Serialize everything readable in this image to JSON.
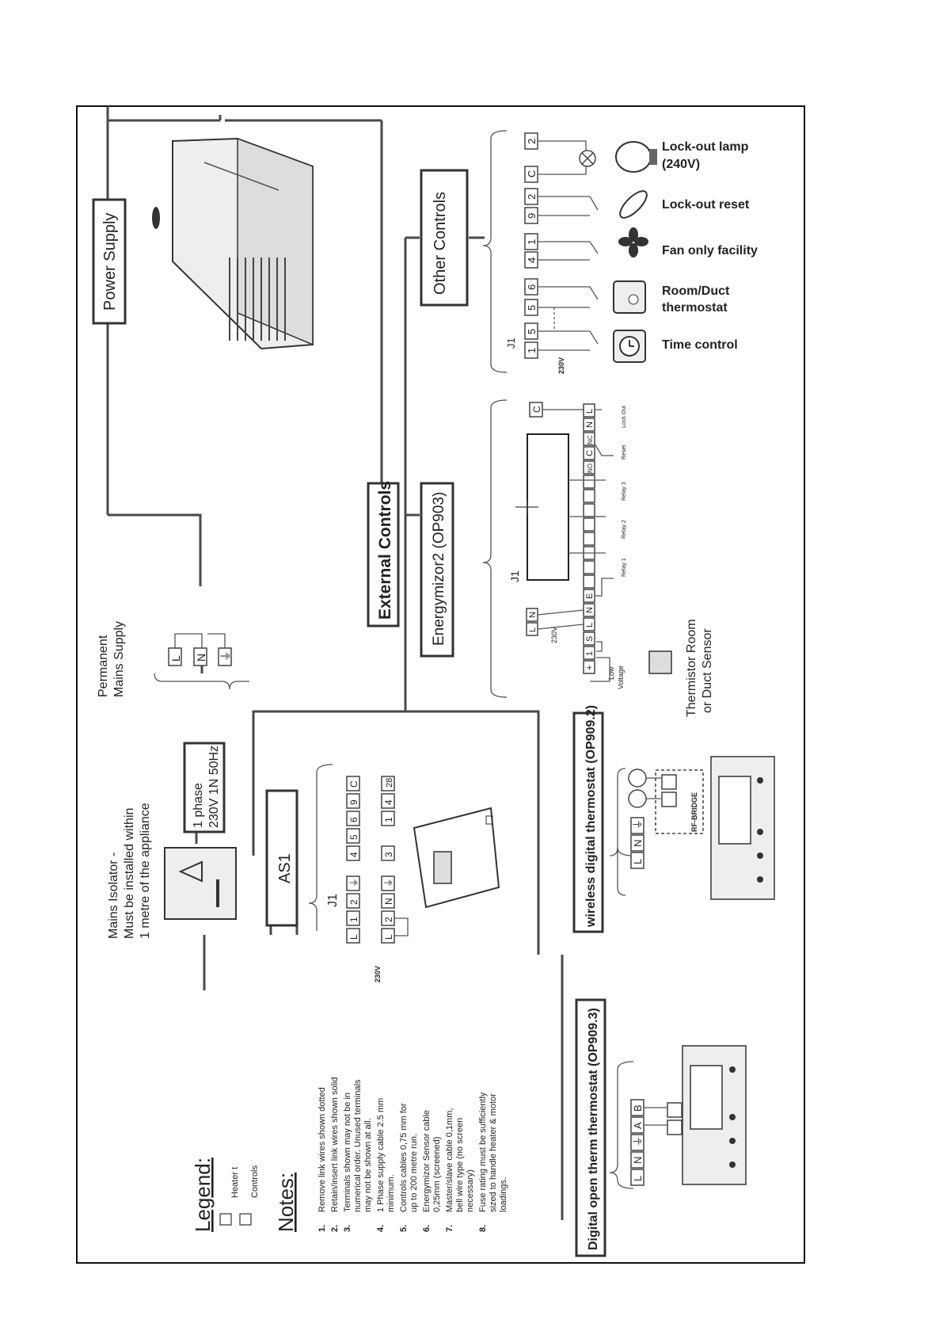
{
  "labels": {
    "power_supply": "Power Supply",
    "other_controls": "Other Controls",
    "external_controls": "External Controls",
    "energymizor": "Energymizor2 (OP903)",
    "permanent": "Permanent",
    "mains_supply": "Mains Supply",
    "phase_line1": "1 phase",
    "phase_line2": "230V 1N 50Hz",
    "isolator_line1": "Mains Isolator -",
    "isolator_line2": "Must be installed within",
    "isolator_line3": "1 metre of the appliance",
    "as1": "AS1",
    "j1": "J1",
    "v230": "230V",
    "low": "Low",
    "voltage": "Voltage",
    "thermistor_line1": "Thermistor Room",
    "thermistor_line2": "or Duct Sensor",
    "wireless": "wireless digital thermostat (OP909.2)",
    "digital_open": "Digital open therm thermostat (OP909.3)",
    "rf_bridge": "RF-BRIDGE"
  },
  "other_controls": {
    "items": [
      {
        "label": "Lock-out lamp",
        "sub": "(240V)"
      },
      {
        "label": "Lock-out reset",
        "sub": ""
      },
      {
        "label": "Fan only facility",
        "sub": ""
      },
      {
        "label": "Room/Duct",
        "sub": "thermostat"
      },
      {
        "label": "Time control",
        "sub": ""
      }
    ],
    "terminals": [
      "1",
      "5",
      "5",
      "6",
      "4",
      "1",
      "9",
      "2",
      "C",
      "2"
    ]
  },
  "energymizor": {
    "left_terminals": [
      "L",
      "N"
    ],
    "bottom_terminals": [
      "+",
      "1",
      "S",
      "L",
      "N",
      "E"
    ],
    "terminals_right": [
      "NO",
      "C",
      "NC",
      "N",
      "L"
    ],
    "top_terminal": "C",
    "relays": [
      "Relay 1",
      "Relay 2",
      "Relay 3",
      "Reset",
      "Lock Out"
    ]
  },
  "supply_terminals": [
    "L",
    "N",
    "⏚"
  ],
  "as1": {
    "row1": [
      "L",
      "1",
      "2",
      "⏚",
      "4",
      "5",
      "6",
      "9",
      "C"
    ],
    "row2": [
      "L",
      "2",
      "N",
      "⏚",
      "3",
      "1",
      "4",
      "28"
    ]
  },
  "thermostat_terminals": {
    "wireless": [
      "L",
      "N",
      "⏚"
    ],
    "open_therm": [
      "L",
      "N",
      "⏚",
      "A",
      "B"
    ]
  },
  "legend": {
    "title": "Legend:",
    "items": [
      "Heater t",
      "Controls"
    ]
  },
  "notes": {
    "title": "Notes:",
    "items": [
      {
        "num": "1.",
        "lines": [
          "Remove link wires shown dotted"
        ]
      },
      {
        "num": "2.",
        "lines": [
          "Retain/insert link wires shown solid"
        ]
      },
      {
        "num": "3.",
        "lines": [
          "Terminals shown may not be in",
          "numerical order. Unused terminals",
          "may not be shown at all."
        ]
      },
      {
        "num": "4.",
        "lines": [
          "1 Phase supply cable 2.5 mm",
          "minimum."
        ]
      },
      {
        "num": "5.",
        "lines": [
          "Controls cables 0,75 mm for",
          "up to 200 metre run."
        ]
      },
      {
        "num": "6.",
        "lines": [
          "Energymizor Sensor cable",
          "0,25mm (screened)"
        ]
      },
      {
        "num": "7.",
        "lines": [
          "Master/slave cable 0,1mm,",
          "bell wire type (no screen",
          "necessary)"
        ]
      },
      {
        "num": "8.",
        "lines": [
          "Fuse rating must be sufficiently",
          "sized to handle heater & motor",
          "loadings."
        ]
      }
    ]
  }
}
